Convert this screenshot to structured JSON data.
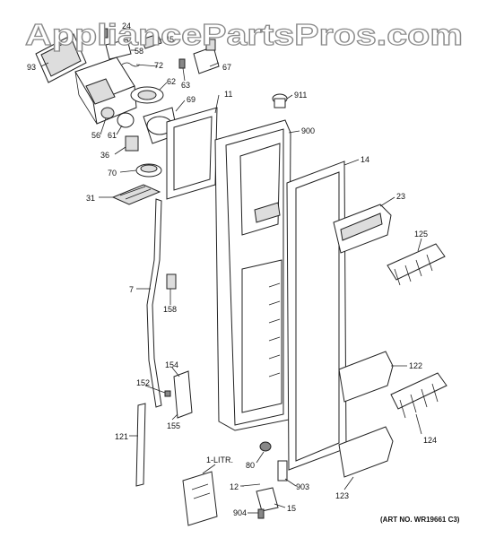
{
  "watermark": "AppliancePartsPros.com",
  "art_number": "(ART NO. WR19661 C3)",
  "labels": {
    "p93": "93",
    "p24": "24",
    "p58": "58",
    "p45": "45",
    "p72": "72",
    "p63": "63",
    "p67": "67",
    "p62": "62",
    "p11": "11",
    "p911": "911",
    "p69": "69",
    "p56": "56",
    "p61": "61",
    "p900": "900",
    "p36": "36",
    "p14": "14",
    "p70": "70",
    "p23": "23",
    "p31": "31",
    "p125": "125",
    "p7": "7",
    "p158": "158",
    "p154": "154",
    "p122": "122",
    "p152": "152",
    "p155": "155",
    "p121": "121",
    "p124": "124",
    "p1litr": "1-LITR.",
    "p80": "80",
    "p12": "12",
    "p903": "903",
    "p123": "123",
    "p904": "904",
    "p15": "15"
  }
}
